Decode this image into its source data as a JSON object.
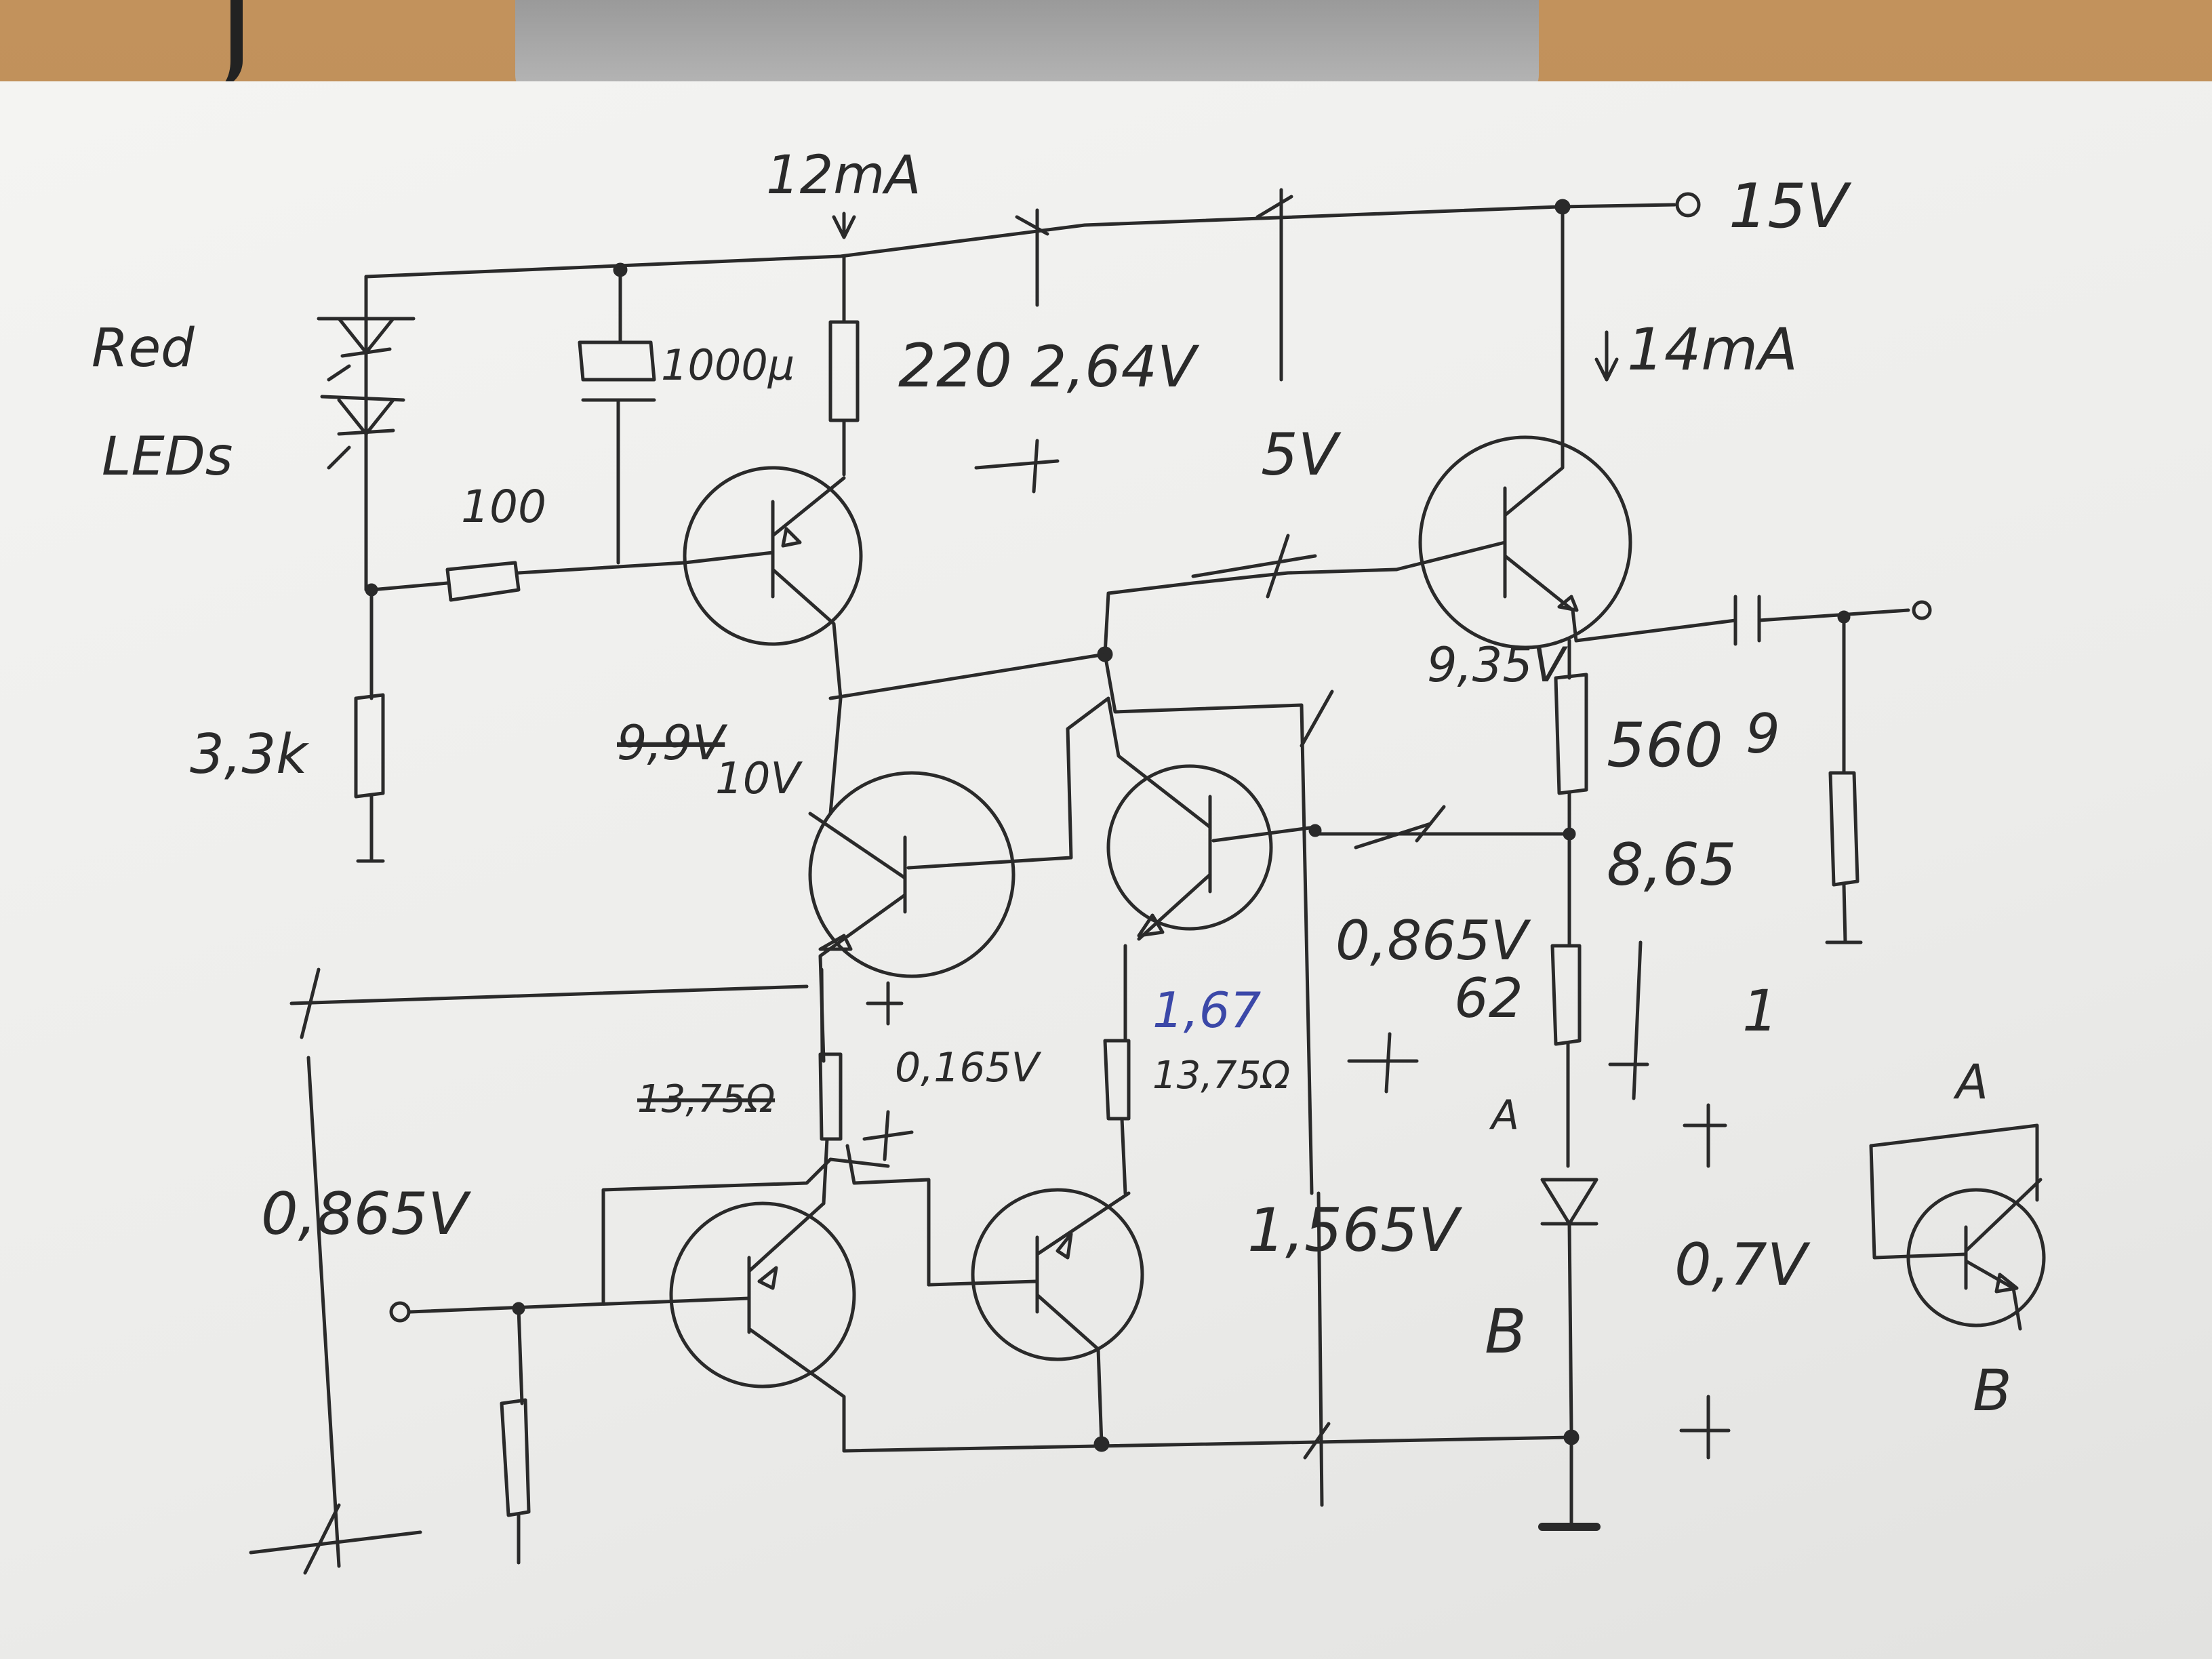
{
  "labels": {
    "red_leds_1": "Red",
    "red_leds_2": "LEDs",
    "current_top": "12mA",
    "supply": "15V",
    "current_right": "14mA",
    "cap_1000": "1000µ",
    "r220": "220",
    "v264": "2,64V",
    "v5": "5V",
    "r100": "100",
    "r33k": "3,3k",
    "v10_crossed": "9,9V",
    "v10": "10V",
    "v935": "9,35V",
    "r560": "560",
    "nine": "9",
    "v865": "8,65",
    "v0865_right": "0,865V",
    "r62": "62",
    "one": "1",
    "v167": "1,67",
    "r1375_right": "13,75Ω",
    "r1375_left": "13,75Ω",
    "v0165": "0,165V",
    "a_small": "A",
    "v0865_left": "0,865V",
    "v1565": "1,565V",
    "b_big": "B",
    "v07": "0,7V",
    "a_inset": "A",
    "b_inset": "B"
  },
  "colors": {
    "ink": "#2a2a2a",
    "blue_ink": "#3b48a8",
    "paper": "#f1f1ef"
  }
}
